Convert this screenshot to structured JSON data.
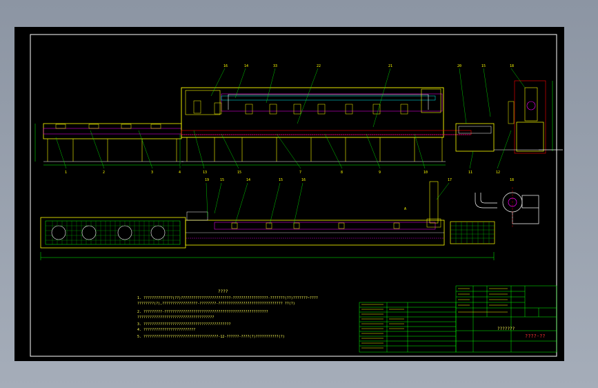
{
  "drawing": {
    "bg_color": "#000000",
    "frame_color": "#ffffff",
    "accent_yellow": "#ffff00",
    "accent_green": "#00ff00",
    "accent_magenta": "#ff00ff",
    "accent_red": "#ff0000",
    "accent_cyan": "#00ffff"
  },
  "callouts_top": [
    "16",
    "14",
    "33",
    "22",
    "21",
    "20",
    "15",
    "18"
  ],
  "callouts_bottom": [
    "1",
    "2",
    "3",
    "4",
    "13",
    "15",
    "7",
    "8",
    "9",
    "10",
    "11",
    "12"
  ],
  "callouts_plan": [
    "19",
    "15",
    "14",
    "15",
    "16",
    "17"
  ],
  "section_mark": "A",
  "detail_mark": "18",
  "notes_title": "????",
  "notes": [
    "1. ??????????????(??)????????????????????????-?????????????????-???????(??)???????~????",
    "   ????????(?),?????????????????-????????-??????????????????????????????? ??(?)",
    "2. ?????????-??????????????????????????????????????????????????",
    "   ?????????????????????????????????????",
    "3. ??????????????????????????????????????????",
    "4. ?????????????????????????",
    "5. ????????????????????????????????????-12-??????-????(?)???????????(?)"
  ],
  "title_block": {
    "drawing_name": "???????",
    "stamp": "????-??"
  }
}
